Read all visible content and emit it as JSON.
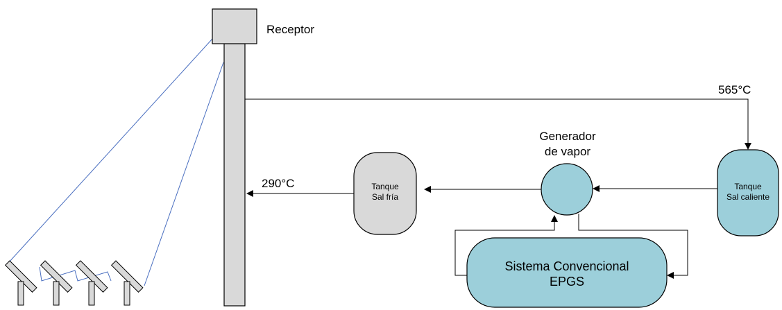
{
  "labels": {
    "receptor": "Receptor",
    "temp_hot": "565°C",
    "temp_cold": "290°C",
    "generator_line1": "Generador",
    "generator_line2": "de vapor",
    "cold_tank_line1": "Tanque",
    "cold_tank_line2": "Sal fría",
    "hot_tank_line1": "Tanque",
    "hot_tank_line2": "Sal caliente",
    "system_line1": "Sistema Convencional",
    "system_line2": "EPGS"
  },
  "colors": {
    "gray_fill": "#d9d9d9",
    "teal_fill": "#9ccfda",
    "stroke": "#000000",
    "ray": "#4a6fc0"
  }
}
